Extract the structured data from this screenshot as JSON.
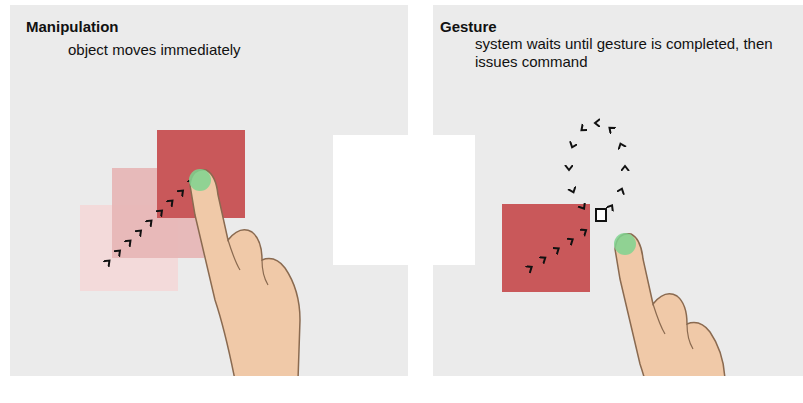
{
  "diagram": {
    "nodes": [
      {
        "text": [
          "Manipulation",
          "object moves immediately"
        ]
      },
      {
        "text": [
          "Gesture",
          "system waits until gesture is completed, then issues command"
        ]
      }
    ]
  }
}
